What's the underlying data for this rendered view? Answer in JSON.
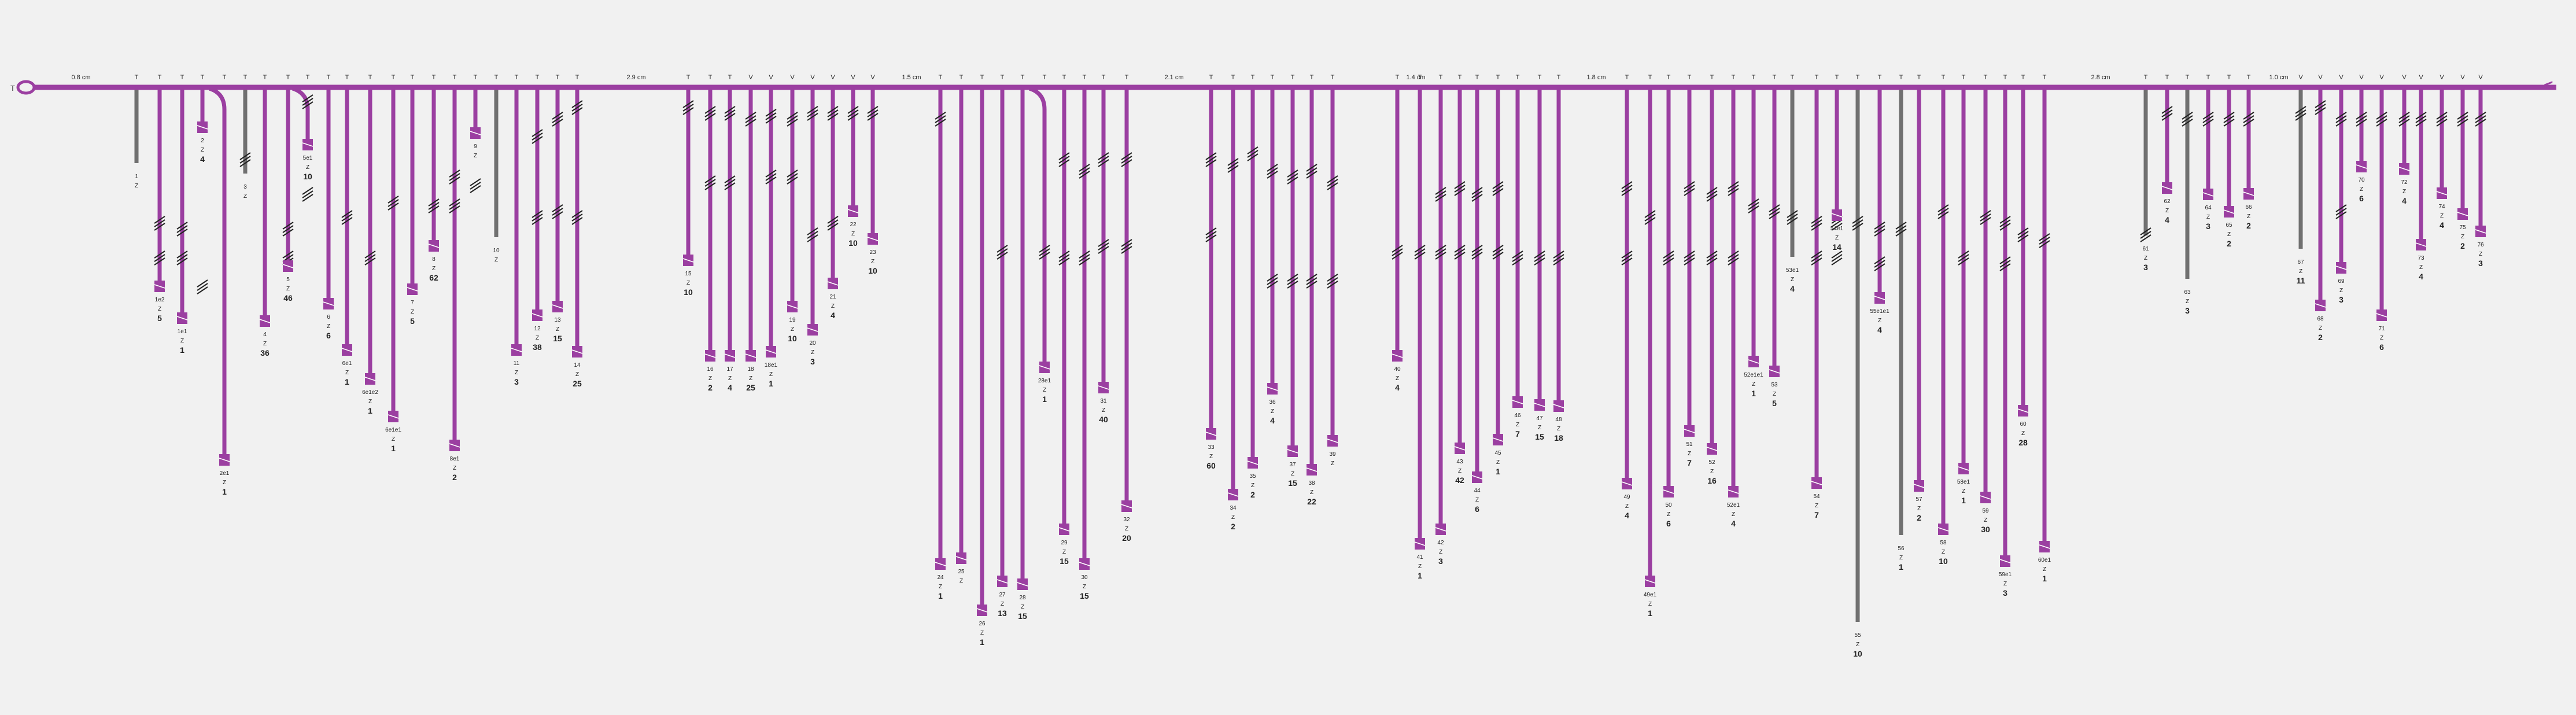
{
  "colors": {
    "primary": "#9b3fa1",
    "secondary": "#707070",
    "hatch": "#222222",
    "background": "#f1f1f1"
  },
  "spine": {
    "left_label": "T",
    "right_label": "<",
    "distance_labels": [
      "0.8 cm",
      "2.9 cm",
      "1.5 cm",
      "2.1 cm",
      "1.4 cm",
      "1.8 cm",
      "2.8 cm",
      "1.0 cm"
    ]
  },
  "branches": [
    {
      "type": "T",
      "id": "1",
      "z": "Z",
      "count": "",
      "color": "gray",
      "side": "L"
    },
    {
      "type": "T",
      "id": "1e2",
      "z": "Z",
      "count": "5",
      "color": "purple",
      "side": "L"
    },
    {
      "type": "T",
      "id": "1e1",
      "z": "Z",
      "count": "1",
      "color": "purple",
      "side": "L"
    },
    {
      "type": "T",
      "id": "2",
      "z": "Z",
      "count": "4",
      "color": "purple",
      "side": "L"
    },
    {
      "type": "T",
      "id": "2e1",
      "z": "Z",
      "count": "1",
      "color": "purple",
      "side": "R"
    },
    {
      "type": "T",
      "id": "3",
      "z": "Z",
      "count": "",
      "color": "gray",
      "side": "L"
    },
    {
      "type": "T",
      "id": "4",
      "z": "Z",
      "count": "36",
      "color": "purple",
      "side": "L"
    },
    {
      "type": "T",
      "id": "5",
      "z": "Z",
      "count": "46",
      "color": "purple",
      "side": "L"
    },
    {
      "type": "T",
      "id": "5e1",
      "z": "Z",
      "count": "10",
      "color": "purple",
      "side": "R"
    },
    {
      "type": "T",
      "id": "6",
      "z": "Z",
      "count": "6",
      "color": "purple",
      "side": "L"
    },
    {
      "type": "T",
      "id": "6e1",
      "z": "Z",
      "count": "1",
      "color": "purple",
      "side": "L"
    },
    {
      "type": "T",
      "id": "6e1e2",
      "z": "Z",
      "count": "1",
      "color": "purple",
      "side": "L"
    },
    {
      "type": "T",
      "id": "6e1e1",
      "z": "Z",
      "count": "1",
      "color": "purple",
      "side": "L"
    },
    {
      "type": "T",
      "id": "7",
      "z": "Z",
      "count": "5",
      "color": "purple",
      "side": "L"
    },
    {
      "type": "T",
      "id": "8",
      "z": "Z",
      "count": "62",
      "color": "purple",
      "side": "L"
    },
    {
      "type": "T",
      "id": "8e1",
      "z": "Z",
      "count": "2",
      "color": "purple",
      "side": "L"
    },
    {
      "type": "T",
      "id": "9",
      "z": "Z",
      "count": "",
      "color": "purple",
      "side": "L"
    },
    {
      "type": "T",
      "id": "10",
      "z": "Z",
      "count": "",
      "color": "gray",
      "side": "L"
    },
    {
      "type": "T",
      "id": "11",
      "z": "Z",
      "count": "3",
      "color": "purple",
      "side": "L"
    },
    {
      "type": "T",
      "id": "12",
      "z": "Z",
      "count": "38",
      "color": "purple",
      "side": "L"
    },
    {
      "type": "T",
      "id": "13",
      "z": "Z",
      "count": "15",
      "color": "purple",
      "side": "L"
    },
    {
      "type": "T",
      "id": "14",
      "z": "Z",
      "count": "25",
      "color": "purple",
      "side": "L"
    },
    {
      "type": "T",
      "id": "15",
      "z": "Z",
      "count": "10",
      "color": "purple",
      "side": "L"
    },
    {
      "type": "T",
      "id": "16",
      "z": "Z",
      "count": "2",
      "color": "purple",
      "side": "L"
    },
    {
      "type": "T",
      "id": "17",
      "z": "Z",
      "count": "4",
      "color": "purple",
      "side": "L"
    },
    {
      "type": "V",
      "id": "18",
      "z": "Z",
      "count": "25",
      "color": "purple",
      "side": "L"
    },
    {
      "type": "V",
      "id": "18e1",
      "z": "Z",
      "count": "1",
      "color": "purple",
      "side": "L"
    },
    {
      "type": "V",
      "id": "19",
      "z": "Z",
      "count": "10",
      "color": "purple",
      "side": "L"
    },
    {
      "type": "V",
      "id": "20",
      "z": "Z",
      "count": "3",
      "color": "purple",
      "side": "L"
    },
    {
      "type": "V",
      "id": "21",
      "z": "Z",
      "count": "4",
      "color": "purple",
      "side": "L"
    },
    {
      "type": "V",
      "id": "22",
      "z": "Z",
      "count": "10",
      "color": "purple",
      "side": "L"
    },
    {
      "type": "V",
      "id": "23",
      "z": "Z",
      "count": "10",
      "color": "purple",
      "side": "L"
    },
    {
      "type": "T",
      "id": "24",
      "z": "Z",
      "count": "1",
      "color": "purple",
      "side": "L"
    },
    {
      "type": "T",
      "id": "25",
      "z": "Z",
      "count": "",
      "color": "purple",
      "side": "L"
    },
    {
      "type": "T",
      "id": "26",
      "z": "Z",
      "count": "1",
      "color": "purple",
      "side": "L"
    },
    {
      "type": "T",
      "id": "27",
      "z": "Z",
      "count": "13",
      "color": "purple",
      "side": "L"
    },
    {
      "type": "T",
      "id": "28",
      "z": "Z",
      "count": "15",
      "color": "purple",
      "side": "L"
    },
    {
      "type": "T",
      "id": "28e1",
      "z": "Z",
      "count": "1",
      "color": "purple",
      "side": "R"
    },
    {
      "type": "T",
      "id": "29",
      "z": "Z",
      "count": "15",
      "color": "purple",
      "side": "L"
    },
    {
      "type": "T",
      "id": "30",
      "z": "Z",
      "count": "15",
      "color": "purple",
      "side": "L"
    },
    {
      "type": "T",
      "id": "31",
      "z": "Z",
      "count": "40",
      "color": "purple",
      "side": "L"
    },
    {
      "type": "T",
      "id": "32",
      "z": "Z",
      "count": "20",
      "color": "purple",
      "side": "L"
    },
    {
      "type": "T",
      "id": "33",
      "z": "Z",
      "count": "60",
      "color": "purple",
      "side": "L"
    },
    {
      "type": "T",
      "id": "34",
      "z": "Z",
      "count": "2",
      "color": "purple",
      "side": "L"
    },
    {
      "type": "T",
      "id": "35",
      "z": "Z",
      "count": "2",
      "color": "purple",
      "side": "L"
    },
    {
      "type": "T",
      "id": "36",
      "z": "Z",
      "count": "4",
      "color": "purple",
      "side": "L"
    },
    {
      "type": "T",
      "id": "37",
      "z": "Z",
      "count": "15",
      "color": "purple",
      "side": "L"
    },
    {
      "type": "T",
      "id": "38",
      "z": "Z",
      "count": "22",
      "color": "purple",
      "side": "L"
    },
    {
      "type": "T",
      "id": "39",
      "z": "Z",
      "count": "",
      "color": "purple",
      "side": "L"
    },
    {
      "type": "T",
      "id": "40",
      "z": "Z",
      "count": "4",
      "color": "purple",
      "side": "L"
    },
    {
      "type": "T",
      "id": "41",
      "z": "Z",
      "count": "1",
      "color": "purple",
      "side": "L"
    },
    {
      "type": "T",
      "id": "42",
      "z": "Z",
      "count": "3",
      "color": "purple",
      "side": "L"
    },
    {
      "type": "T",
      "id": "43",
      "z": "Z",
      "count": "42",
      "color": "purple",
      "side": "L"
    },
    {
      "type": "T",
      "id": "44",
      "z": "Z",
      "count": "6",
      "color": "purple",
      "side": "L"
    },
    {
      "type": "T",
      "id": "45",
      "z": "Z",
      "count": "1",
      "color": "purple",
      "side": "L"
    },
    {
      "type": "T",
      "id": "46",
      "z": "Z",
      "count": "7",
      "color": "purple",
      "side": "L"
    },
    {
      "type": "T",
      "id": "47",
      "z": "Z",
      "count": "15",
      "color": "purple",
      "side": "L"
    },
    {
      "type": "T",
      "id": "48",
      "z": "Z",
      "count": "18",
      "color": "purple",
      "side": "L"
    },
    {
      "type": "T",
      "id": "49",
      "z": "Z",
      "count": "4",
      "color": "purple",
      "side": "L"
    },
    {
      "type": "T",
      "id": "49e1",
      "z": "Z",
      "count": "1",
      "color": "purple",
      "side": "L"
    },
    {
      "type": "T",
      "id": "50",
      "z": "Z",
      "count": "6",
      "color": "purple",
      "side": "L"
    },
    {
      "type": "T",
      "id": "51",
      "z": "Z",
      "count": "7",
      "color": "purple",
      "side": "L"
    },
    {
      "type": "T",
      "id": "52",
      "z": "Z",
      "count": "16",
      "color": "purple",
      "side": "L"
    },
    {
      "type": "T",
      "id": "52e1",
      "z": "Z",
      "count": "4",
      "color": "purple",
      "side": "L"
    },
    {
      "type": "T",
      "id": "52e1e1",
      "z": "Z",
      "count": "1",
      "color": "purple",
      "side": "L"
    },
    {
      "type": "T",
      "id": "53",
      "z": "Z",
      "count": "5",
      "color": "purple",
      "side": "L"
    },
    {
      "type": "T",
      "id": "53e1",
      "z": "Z",
      "count": "4",
      "color": "gray",
      "side": "L"
    },
    {
      "type": "T",
      "id": "54",
      "z": "Z",
      "count": "7",
      "color": "purple",
      "side": "L"
    },
    {
      "type": "T",
      "id": "54e1",
      "z": "Z",
      "count": "14",
      "color": "purple",
      "side": "L"
    },
    {
      "type": "T",
      "id": "55",
      "z": "Z",
      "count": "10",
      "color": "gray",
      "side": "L"
    },
    {
      "type": "T",
      "id": "55e1e1",
      "z": "Z",
      "count": "4",
      "color": "purple",
      "side": "L"
    },
    {
      "type": "T",
      "id": "56",
      "z": "Z",
      "count": "1",
      "color": "gray",
      "side": "L"
    },
    {
      "type": "T",
      "id": "57",
      "z": "Z",
      "count": "2",
      "color": "purple",
      "side": "L"
    },
    {
      "type": "T",
      "id": "58",
      "z": "Z",
      "count": "10",
      "color": "purple",
      "side": "L"
    },
    {
      "type": "T",
      "id": "58e1",
      "z": "Z",
      "count": "1",
      "color": "purple",
      "side": "L"
    },
    {
      "type": "T",
      "id": "59",
      "z": "Z",
      "count": "30",
      "color": "purple",
      "side": "L"
    },
    {
      "type": "T",
      "id": "59e1",
      "z": "Z",
      "count": "3",
      "color": "purple",
      "side": "L"
    },
    {
      "type": "T",
      "id": "60",
      "z": "Z",
      "count": "28",
      "color": "purple",
      "side": "L"
    },
    {
      "type": "T",
      "id": "60e1",
      "z": "Z",
      "count": "1",
      "color": "purple",
      "side": "L"
    },
    {
      "type": "T",
      "id": "61",
      "z": "Z",
      "count": "3",
      "color": "gray",
      "side": "L"
    },
    {
      "type": "T",
      "id": "62",
      "z": "Z",
      "count": "4",
      "color": "purple",
      "side": "L"
    },
    {
      "type": "T",
      "id": "63",
      "z": "Z",
      "count": "3",
      "color": "gray",
      "side": "L"
    },
    {
      "type": "T",
      "id": "64",
      "z": "Z",
      "count": "3",
      "color": "purple",
      "side": "L"
    },
    {
      "type": "T",
      "id": "65",
      "z": "Z",
      "count": "2",
      "color": "purple",
      "side": "L"
    },
    {
      "type": "T",
      "id": "66",
      "z": "Z",
      "count": "2",
      "color": "purple",
      "side": "L"
    },
    {
      "type": "V",
      "id": "67",
      "z": "Z",
      "count": "11",
      "color": "gray",
      "side": "L"
    },
    {
      "type": "V",
      "id": "68",
      "z": "Z",
      "count": "2",
      "color": "purple",
      "side": "L"
    },
    {
      "type": "V",
      "id": "69",
      "z": "Z",
      "count": "3",
      "color": "purple",
      "side": "L"
    },
    {
      "type": "V",
      "id": "70",
      "z": "Z",
      "count": "6",
      "color": "purple",
      "side": "L"
    },
    {
      "type": "V",
      "id": "71",
      "z": "Z",
      "count": "6",
      "color": "purple",
      "side": "L"
    },
    {
      "type": "V",
      "id": "72",
      "z": "Z",
      "count": "4",
      "color": "purple",
      "side": "L"
    },
    {
      "type": "V",
      "id": "73",
      "z": "Z",
      "count": "4",
      "color": "purple",
      "side": "L"
    },
    {
      "type": "V",
      "id": "74",
      "z": "Z",
      "count": "4",
      "color": "purple",
      "side": "L"
    },
    {
      "type": "V",
      "id": "75",
      "z": "Z",
      "count": "2",
      "color": "purple",
      "side": "L"
    },
    {
      "type": "V",
      "id": "76",
      "z": "Z",
      "count": "3",
      "color": "purple",
      "side": "L"
    }
  ]
}
